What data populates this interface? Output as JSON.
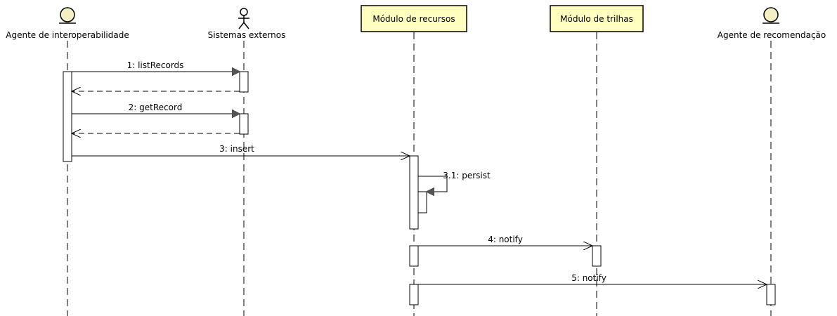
{
  "participants": {
    "agente_interop": {
      "label": "Agente de interoperabilidade",
      "kind": "entity"
    },
    "sistemas_externos": {
      "label": "Sistemas externos",
      "kind": "actor"
    },
    "modulo_recursos": {
      "label": "Módulo de recursos",
      "kind": "component"
    },
    "modulo_trilhas": {
      "label": "Módulo de trilhas",
      "kind": "component"
    },
    "agente_recomendacao": {
      "label": "Agente de recomendação",
      "kind": "entity"
    }
  },
  "messages": {
    "m1": {
      "label": "1: listRecords",
      "style": "synchronous"
    },
    "m1r": {
      "style": "return"
    },
    "m2": {
      "label": "2: getRecord",
      "style": "synchronous"
    },
    "m2r": {
      "style": "return"
    },
    "m3": {
      "label": "3: insert",
      "style": "asynchronous"
    },
    "m31": {
      "label": "3.1: persist",
      "style": "synchronous-self"
    },
    "m4": {
      "label": "4: notify",
      "style": "asynchronous"
    },
    "m5": {
      "label": "5: notify",
      "style": "asynchronous"
    }
  },
  "colors": {
    "component_fill": "#ffffc0",
    "entity_fill": "#f4f0c4",
    "line": "#000000",
    "sync_arrow_fill": "#555555"
  }
}
